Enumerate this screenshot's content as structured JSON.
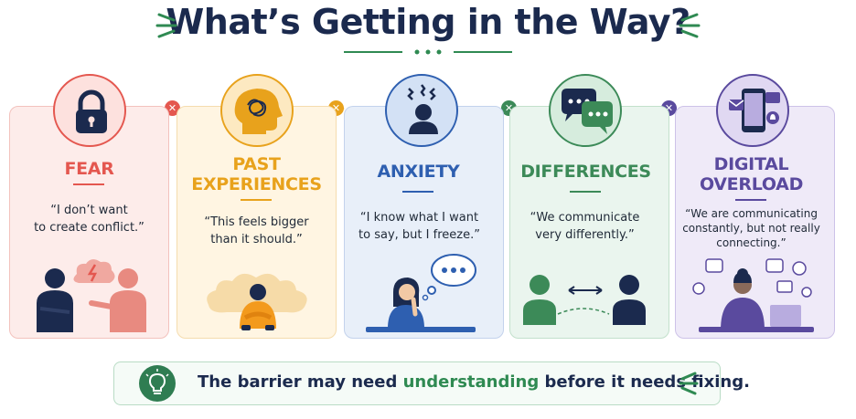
{
  "title": "What’s Getting in the Way?",
  "cards": [
    {
      "id": "fear",
      "label_lines": [
        "FEAR"
      ],
      "quote_lines": [
        "“I don’t want",
        "to create conflict.”"
      ],
      "color": "#e4574f",
      "bg": "#fdecea",
      "border": "#f3c2bd"
    },
    {
      "id": "past",
      "label_lines": [
        "PAST",
        "EXPERIENCES"
      ],
      "quote_lines": [
        "“This feels bigger",
        "than it should.”"
      ],
      "color": "#e8a21c",
      "bg": "#fff5e2",
      "border": "#f5dcae"
    },
    {
      "id": "anxiety",
      "label_lines": [
        "ANXIETY"
      ],
      "quote_lines": [
        "“I know what I want",
        "to say, but I freeze.”"
      ],
      "color": "#2e5fb0",
      "bg": "#e8eff9",
      "border": "#c3d2ec"
    },
    {
      "id": "differences",
      "label_lines": [
        "DIFFERENCES"
      ],
      "quote_lines": [
        "“We communicate",
        "very differently.”"
      ],
      "color": "#3c8a58",
      "bg": "#eaf5ee",
      "border": "#c2e0cb"
    },
    {
      "id": "digital",
      "label_lines": [
        "DIGITAL",
        "OVERLOAD"
      ],
      "quote_lines": [
        "“We are communicating",
        "constantly, but not really",
        "connecting.”"
      ],
      "color": "#5a4a9e",
      "bg": "#efeaf8",
      "border": "#cdc2e8"
    }
  ],
  "bottom": {
    "before": "The barrier may need ",
    "highlight": "understanding",
    "after": " before it needs fixing."
  }
}
